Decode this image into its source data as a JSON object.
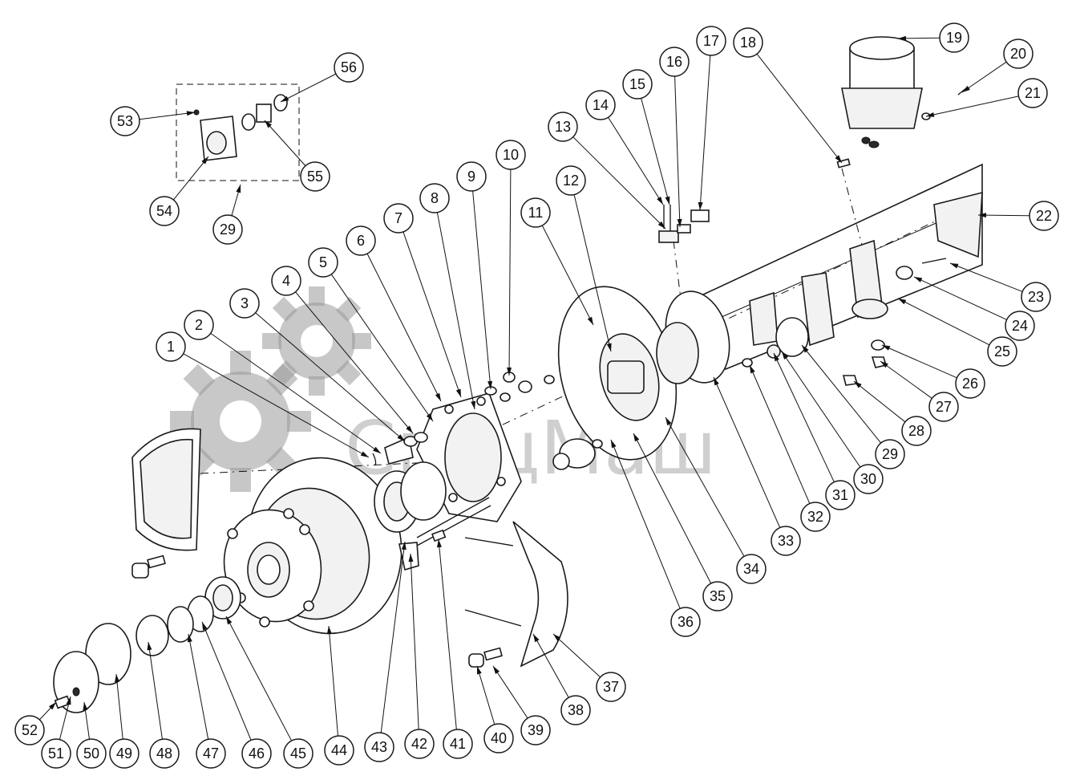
{
  "watermark": {
    "text": "СпецМаш",
    "color": "#a8a8a8"
  },
  "callouts": [
    "1",
    "2",
    "3",
    "4",
    "5",
    "6",
    "7",
    "8",
    "9",
    "10",
    "11",
    "12",
    "13",
    "14",
    "15",
    "16",
    "17",
    "18",
    "19",
    "20",
    "21",
    "22",
    "23",
    "24",
    "25",
    "26",
    "27",
    "28",
    "29",
    "30",
    "31",
    "32",
    "33",
    "34",
    "35",
    "36",
    "37",
    "38",
    "39",
    "40",
    "41",
    "42",
    "43",
    "44",
    "45",
    "46",
    "47",
    "48",
    "49",
    "50",
    "51",
    "52",
    "53",
    "54",
    "55",
    "56",
    "29"
  ],
  "colors": {
    "line": "#111111",
    "part_fill": "#f2f2f2",
    "watermark": "#a8a8a8"
  }
}
